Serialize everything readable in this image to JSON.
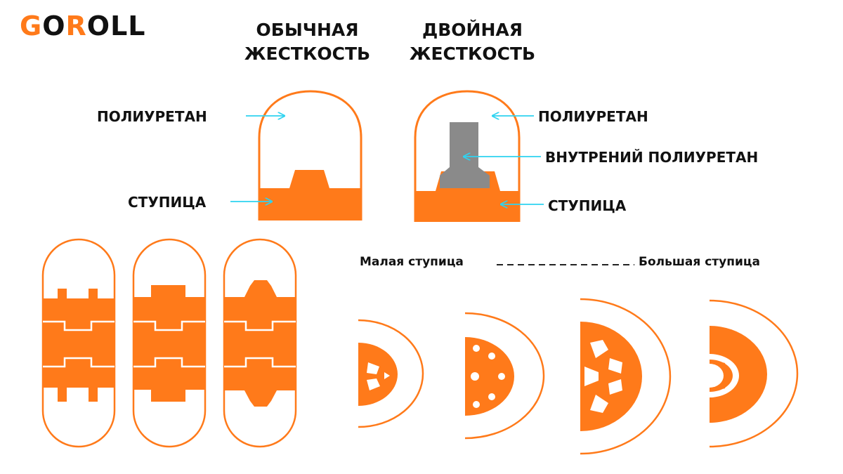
{
  "logo": {
    "before": "G",
    "o1": "O",
    "mid": "R",
    "o2": "O",
    "after": "LL"
  },
  "columns": {
    "normal": {
      "line1": "ОБЫЧНАЯ",
      "line2": "ЖЕСТКОСТЬ"
    },
    "double": {
      "line1": "ДВОЙНАЯ",
      "line2": "ЖЕСТКОСТЬ"
    }
  },
  "labels": {
    "left_poly": "ПОЛИУРЕТАН",
    "left_hub": "СТУПИЦА",
    "right_poly": "ПОЛИУРЕТАН",
    "right_inner": "ВНУТРЕНИЙ ПОЛИУРЕТАН",
    "right_hub": "СТУПИЦА"
  },
  "scale": {
    "small": "Малая ступица",
    "large": "Большая ступица"
  },
  "colors": {
    "accent": "#ff7a1a",
    "arrow": "#2ed3f0",
    "core": "#8a8a8a",
    "text": "#111111"
  }
}
